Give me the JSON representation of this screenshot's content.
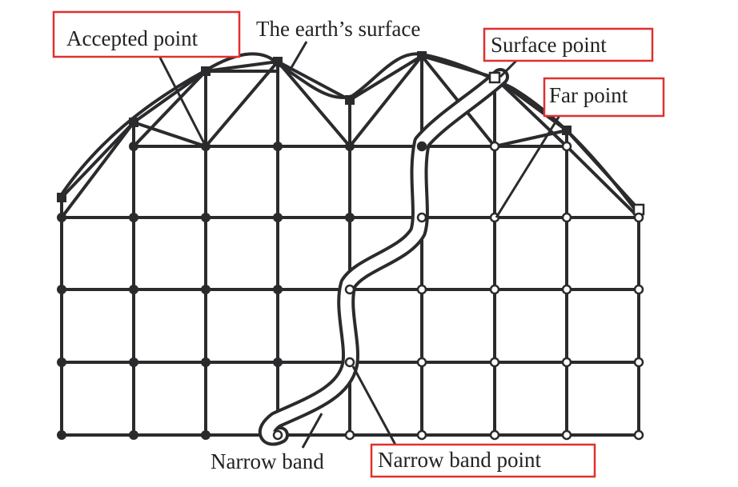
{
  "labels": {
    "accepted_point": "Accepted point",
    "earth_surface": "The earth’s surface",
    "surface_point": "Surface point",
    "far_point": "Far point",
    "narrow_band": "Narrow band",
    "narrow_band_point": "Narrow band point"
  },
  "colors": {
    "line": "#2b2b2e",
    "label_box": "#e03030",
    "background": "#ffffff"
  },
  "legend_semantics": {
    "accepted_point_marker": "filled-circle",
    "far_point_marker": "hollow-circle",
    "surface_point_marker": "square"
  }
}
